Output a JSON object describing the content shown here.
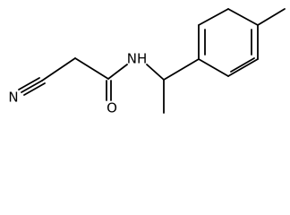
{
  "structure": {
    "atom_labels": {
      "nitrogen_nitrile": "N",
      "nitrogen_amide": "NH",
      "oxygen_carbonyl": "O"
    },
    "colors": {
      "bond": "#000000",
      "label": "#000000",
      "background": "#ffffff"
    }
  }
}
